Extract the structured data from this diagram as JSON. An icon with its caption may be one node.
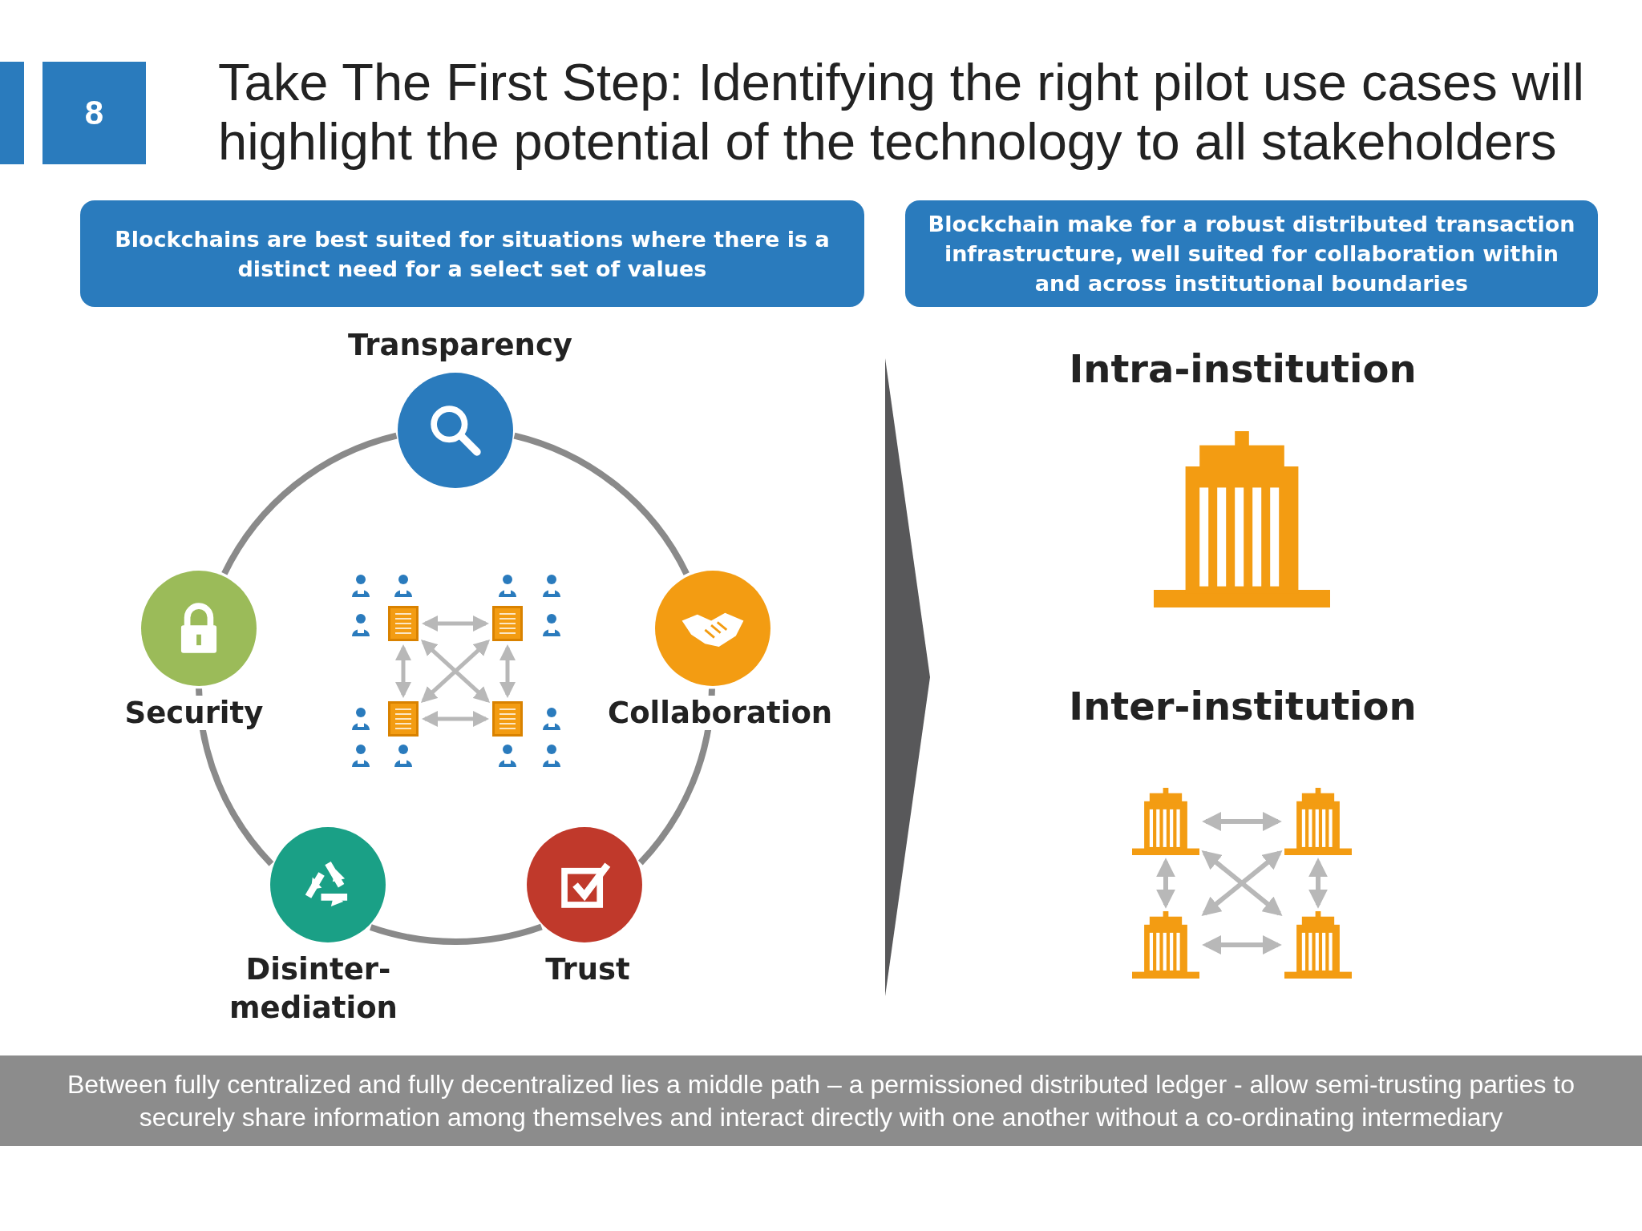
{
  "diagram": {
    "title": "Take The First Step: Identifying the right pilot use cases will highlight the potential of the technology to all stakeholders",
    "caption": "Between fully centralized and fully decentralized lies a middle path – a permissioned distributed ledger - allow semi-trusting parties to securely share information among themselves and interact directly with one another without a co-ordinating intermediary",
    "nodes": [
      {
        "text": [
          "Blockchains are best suited for situations where there is a distinct need for a select set of values"
        ]
      },
      {
        "text": [
          "Blockchain make for a robust distributed transaction infrastructure, well suited for collaboration within and across institutional boundaries"
        ]
      },
      {
        "text": [
          "Transparency"
        ]
      },
      {
        "text": [
          "Security"
        ]
      },
      {
        "text": [
          "Collaboration"
        ]
      },
      {
        "text": [
          "Disinter- mediation"
        ]
      },
      {
        "text": [
          "Trust"
        ]
      },
      {
        "text": [],
        "shape": "server"
      },
      {
        "text": [],
        "shape": "server"
      },
      {
        "text": [],
        "shape": "server"
      },
      {
        "text": [],
        "shape": "server"
      },
      {
        "text": [],
        "shape": "building"
      },
      {
        "text": [],
        "shape": "building"
      },
      {
        "text": [],
        "shape": "building"
      },
      {
        "text": [],
        "shape": "building"
      },
      {
        "text": [],
        "shape": "chevron"
      }
    ],
    "edges": [
      {
        "from": 2,
        "to": 4,
        "arrow": "none"
      },
      {
        "from": 4,
        "to": 6,
        "arrow": "none"
      },
      {
        "from": 6,
        "to": 5,
        "arrow": "none"
      },
      {
        "from": 5,
        "to": 3,
        "arrow": "none"
      },
      {
        "from": 3,
        "to": 2,
        "arrow": "none"
      },
      {
        "from": 7,
        "to": 8,
        "arrow": "both"
      },
      {
        "from": 9,
        "to": 10,
        "arrow": "both"
      },
      {
        "from": 7,
        "to": 9,
        "arrow": "both"
      },
      {
        "from": 8,
        "to": 10,
        "arrow": "both"
      },
      {
        "from": 7,
        "to": 10,
        "arrow": "both"
      },
      {
        "from": 8,
        "to": 9,
        "arrow": "both"
      },
      {
        "from": 11,
        "to": 12,
        "arrow": "both"
      },
      {
        "from": 13,
        "to": 14,
        "arrow": "both"
      },
      {
        "from": 11,
        "to": 13,
        "arrow": "both"
      },
      {
        "from": 12,
        "to": 14,
        "arrow": "both"
      },
      {
        "from": 11,
        "to": 14,
        "arrow": "both"
      },
      {
        "from": 12,
        "to": 13,
        "arrow": "both"
      }
    ],
    "labels": [
      "8",
      "Intra-institution",
      "Inter-institution"
    ]
  }
}
